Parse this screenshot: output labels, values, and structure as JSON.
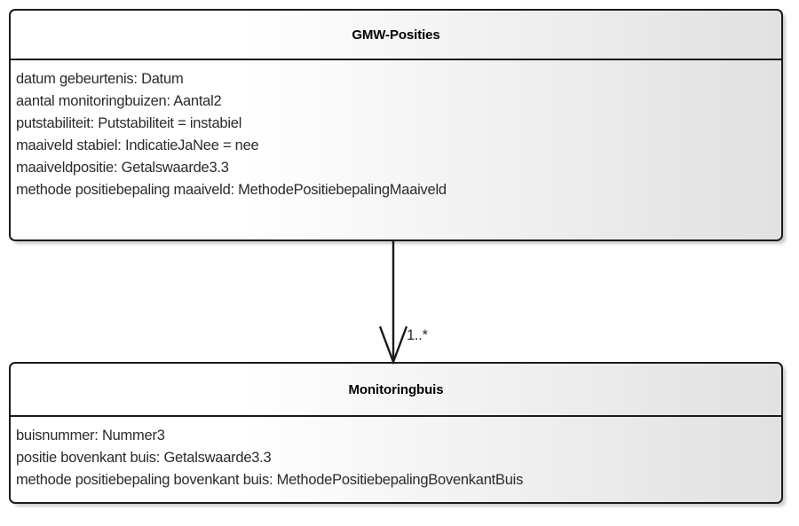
{
  "diagram": {
    "type": "uml-class-diagram",
    "classes": [
      {
        "id": "gmw-posities",
        "name": "GMW-Posities",
        "attributes": [
          "datum gebeurtenis: Datum",
          "aantal monitoringbuizen: Aantal2",
          "putstabiliteit: Putstabiliteit = instabiel",
          "maaiveld stabiel: IndicatieJaNee = nee",
          "maaiveldpositie: Getalswaarde3.3",
          "methode positiebepaling maaiveld: MethodePositiebepalingMaaiveld"
        ]
      },
      {
        "id": "monitoringbuis",
        "name": "Monitoringbuis",
        "attributes": [
          "buisnummer: Nummer3",
          "positie bovenkant buis: Getalswaarde3.3",
          "methode positiebepaling bovenkant buis: MethodePositiebepalingBovenkantBuis"
        ]
      }
    ],
    "associations": [
      {
        "id": "gmw-posities-to-monitoringbuis",
        "from": "gmw-posities",
        "to": "monitoringbuis",
        "multiplicity": "1..*",
        "arrow": "open-arrowhead",
        "direction": "down"
      }
    ]
  },
  "colors": {
    "border": "#1a1a1a",
    "fill_left": "#ffffff",
    "fill_right": "#e2e2e2",
    "text": "#2b2b2b",
    "title_text": "#000000",
    "shadow": "#8c8e9b"
  }
}
